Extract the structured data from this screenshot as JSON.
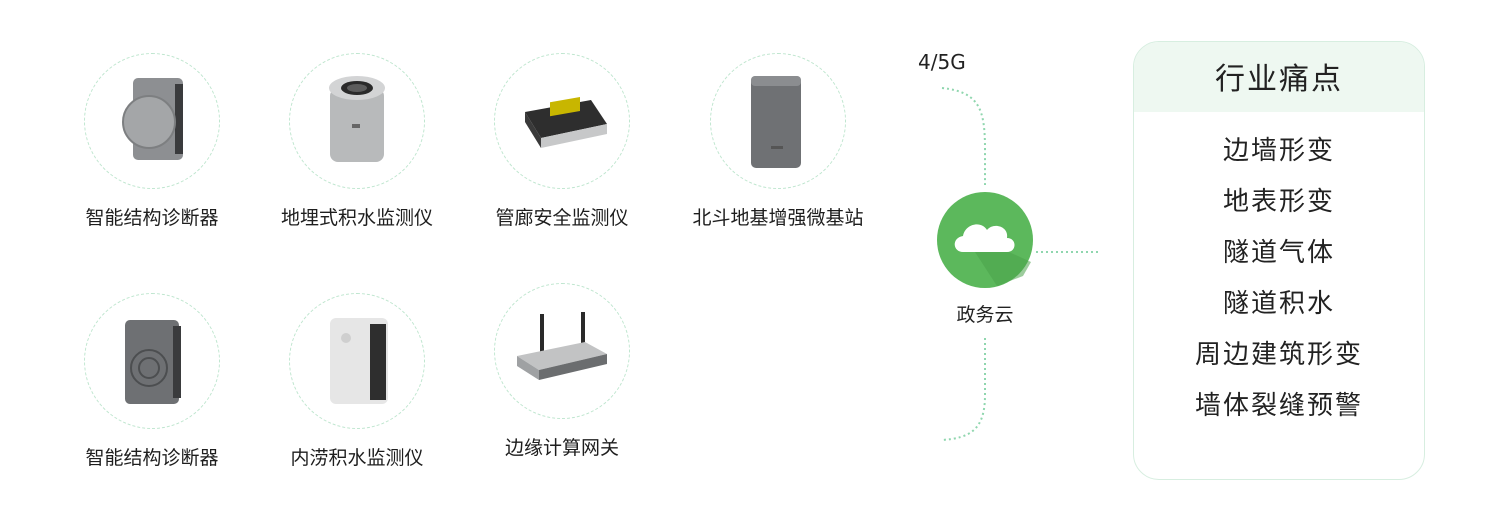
{
  "devices_row1": [
    {
      "label": "智能结构诊断器",
      "icon": "diagnostic-knob-device-icon"
    },
    {
      "label": "地埋式积水监测仪",
      "icon": "buried-water-sensor-icon"
    },
    {
      "label": "管廊安全监测仪",
      "icon": "pipe-gallery-monitor-icon"
    },
    {
      "label": "北斗地基增强微基站",
      "icon": "beidou-base-station-icon"
    }
  ],
  "devices_row2": [
    {
      "label": "智能结构诊断器",
      "icon": "diagnostic-panel-device-icon"
    },
    {
      "label": "内涝积水监测仪",
      "icon": "waterlogging-monitor-icon"
    },
    {
      "label": "边缘计算网关",
      "icon": "edge-gateway-router-icon"
    }
  ],
  "network": {
    "label": "4/5G"
  },
  "cloud": {
    "label": "政务云",
    "icon": "cloud-icon",
    "color": "#5cb85c"
  },
  "pain_points": {
    "title": "行业痛点",
    "items": [
      "边墙形变",
      "地表形变",
      "隧道气体",
      "隧道积水",
      "周边建筑形变",
      "墙体裂缝预警"
    ]
  },
  "colors": {
    "accent": "#5cb85c",
    "dotted": "#8fd6ae",
    "panel_header": "#eef8f1"
  }
}
